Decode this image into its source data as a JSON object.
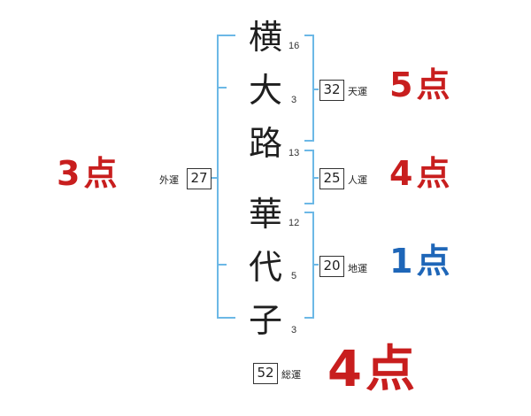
{
  "colors": {
    "bracket": "#6cb8e6",
    "score_red": "#c81e1e",
    "score_blue": "#1e66b8"
  },
  "surname": [
    {
      "char": "横",
      "strokes": "16"
    },
    {
      "char": "大",
      "strokes": "3"
    },
    {
      "char": "路",
      "strokes": "13"
    }
  ],
  "given": [
    {
      "char": "華",
      "strokes": "12"
    },
    {
      "char": "代",
      "strokes": "5"
    },
    {
      "char": "子",
      "strokes": "3"
    }
  ],
  "fortunes": {
    "tenun": {
      "value": "32",
      "label": "天運",
      "score_num": "5",
      "score_unit": "点",
      "color": "red"
    },
    "jinun": {
      "value": "25",
      "label": "人運",
      "score_num": "4",
      "score_unit": "点",
      "color": "red"
    },
    "chiun": {
      "value": "20",
      "label": "地運",
      "score_num": "1",
      "score_unit": "点",
      "color": "blue"
    },
    "gaiun": {
      "value": "27",
      "label": "外運",
      "score_num": "3",
      "score_unit": "点",
      "color": "red"
    },
    "souun": {
      "value": "52",
      "label": "総運",
      "score_num": "4",
      "score_unit": "点",
      "color": "red"
    }
  }
}
